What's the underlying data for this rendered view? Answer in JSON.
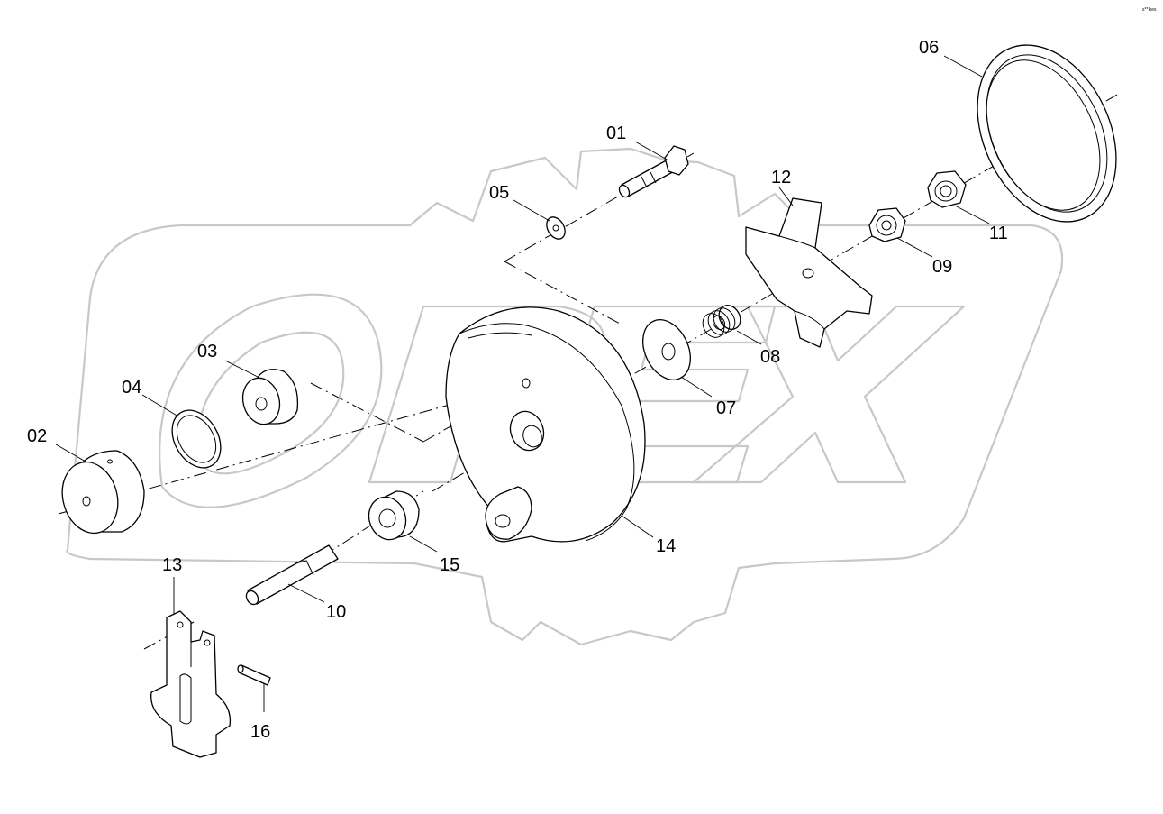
{
  "corner_code": "s** kes",
  "watermark": "OPEX",
  "callouts": [
    {
      "id": "01",
      "label": "01"
    },
    {
      "id": "02",
      "label": "02"
    },
    {
      "id": "03",
      "label": "03"
    },
    {
      "id": "04",
      "label": "04"
    },
    {
      "id": "05",
      "label": "05"
    },
    {
      "id": "06",
      "label": "06"
    },
    {
      "id": "07",
      "label": "07"
    },
    {
      "id": "08",
      "label": "08"
    },
    {
      "id": "09",
      "label": "09"
    },
    {
      "id": "10",
      "label": "10"
    },
    {
      "id": "11",
      "label": "11"
    },
    {
      "id": "12",
      "label": "12"
    },
    {
      "id": "13",
      "label": "13"
    },
    {
      "id": "14",
      "label": "14"
    },
    {
      "id": "15",
      "label": "15"
    },
    {
      "id": "16",
      "label": "16"
    }
  ]
}
